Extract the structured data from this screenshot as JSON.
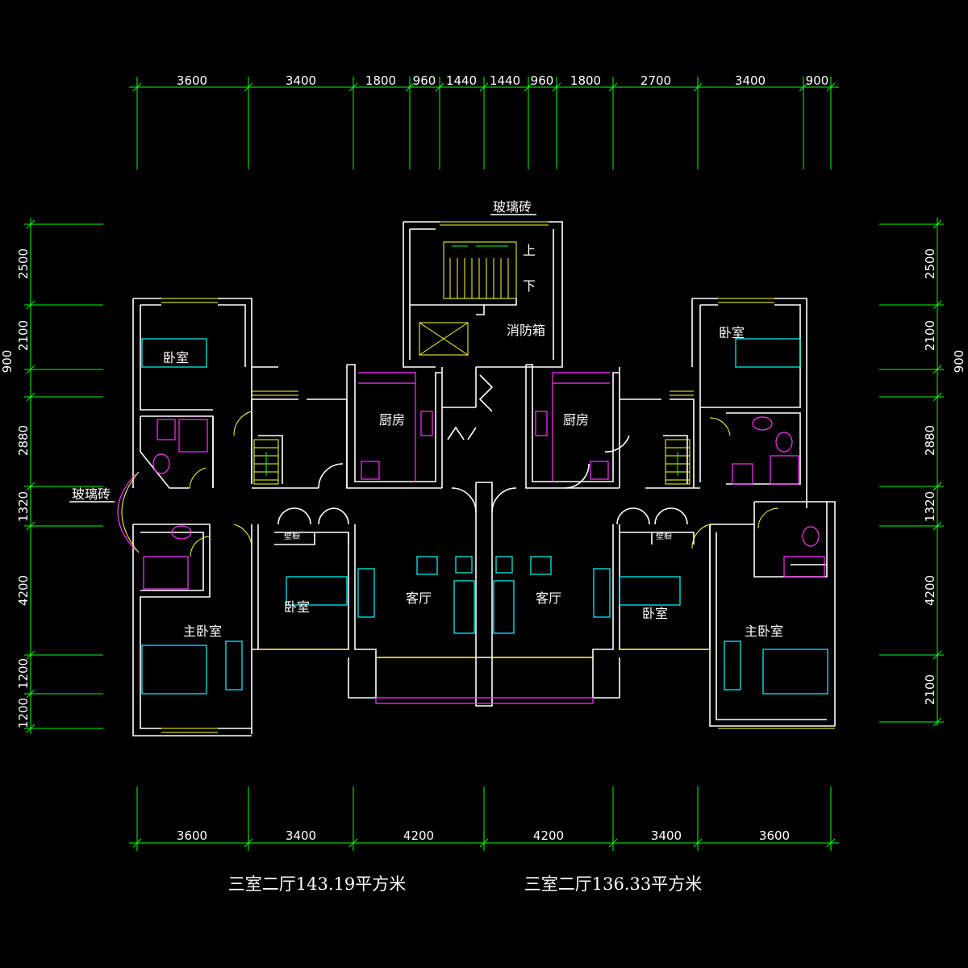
{
  "dimensions": {
    "top": [
      "3600",
      "3400",
      "1800",
      "960",
      "1440",
      "1440",
      "960",
      "1800",
      "2700",
      "3400",
      "900"
    ],
    "bottom": [
      "3600",
      "3400",
      "4200",
      "4200",
      "3400",
      "3600"
    ],
    "left": [
      "2500",
      "2100",
      "900",
      "2880",
      "1320",
      "4200",
      "1200",
      "1200"
    ],
    "right": [
      "2500",
      "2100",
      "900",
      "2880",
      "1320",
      "4200",
      "2100"
    ]
  },
  "rooms": {
    "glass_brick_top": "玻璃砖",
    "glass_brick_left": "玻璃砖",
    "stair_up": "上",
    "stair_down": "下",
    "fire_box": "消防箱",
    "bedroom_left_top": "卧室",
    "bedroom_right_top": "卧室",
    "kitchen_left": "厨房",
    "kitchen_right": "厨房",
    "living_left": "客厅",
    "living_right": "客厅",
    "bedroom_left_mid": "卧室",
    "bedroom_right_mid": "卧室",
    "master_left": "主卧室",
    "master_right": "主卧室",
    "closet_left": "壁橱",
    "closet_right": "壁橱"
  },
  "captions": {
    "left": "三室二厅143.19平方米",
    "right": "三室二厅136.33平方米"
  },
  "colors": {
    "background": "#000000",
    "dimension_lines": "#00ff00",
    "walls": "#ffffff",
    "windows": "#ffff33",
    "furniture": "#00ffff",
    "fixtures": "#ff33ff"
  }
}
